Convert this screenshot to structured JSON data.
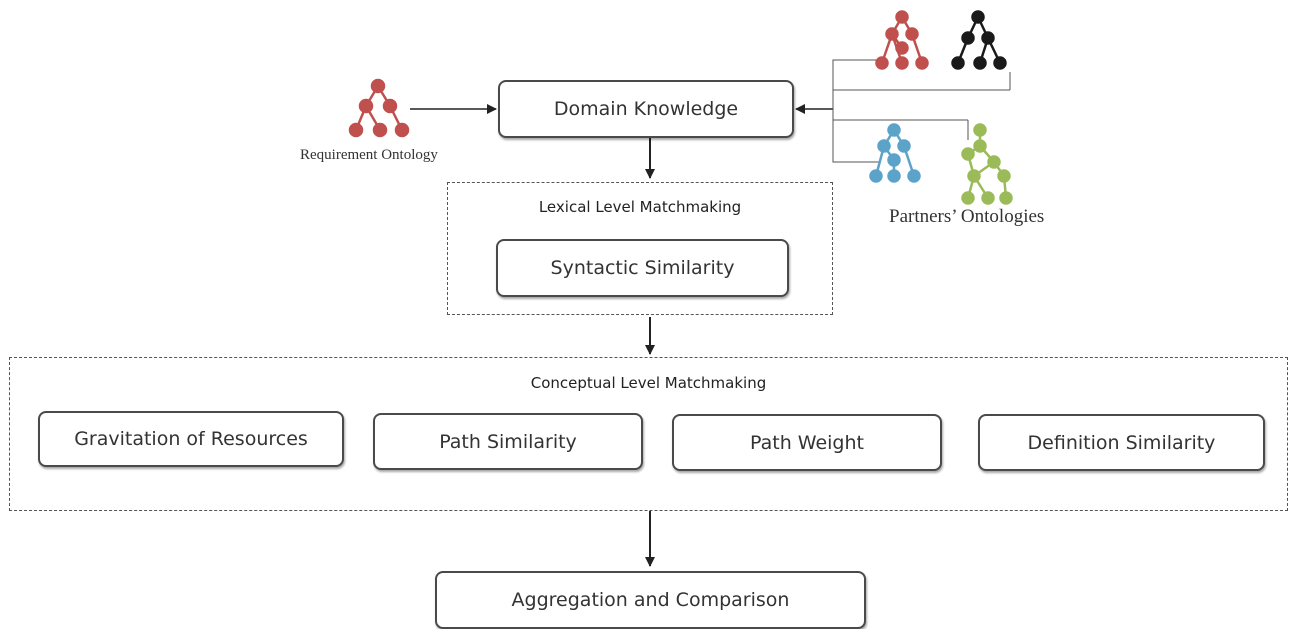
{
  "requirement_ontology": {
    "label": "Requirement Ontology",
    "color": "#c0504d"
  },
  "domain_knowledge": {
    "label": "Domain Knowledge"
  },
  "partners": {
    "label": "Partners’ Ontologies",
    "trees": [
      {
        "name": "red-tree-icon",
        "color": "#c0504d"
      },
      {
        "name": "black-tree-icon",
        "color": "#1a1a1a"
      },
      {
        "name": "blue-tree-icon",
        "color": "#5ba3c9"
      },
      {
        "name": "green-tree-icon",
        "color": "#9bbb59"
      }
    ]
  },
  "lexical": {
    "title": "Lexical Level Matchmaking",
    "syntactic": "Syntactic Similarity"
  },
  "conceptual": {
    "title": "Conceptual Level Matchmaking",
    "items": [
      "Gravitation of Resources",
      "Path Similarity",
      "Path Weight",
      "Definition Similarity"
    ]
  },
  "aggregation": {
    "label": "Aggregation and Comparison"
  }
}
